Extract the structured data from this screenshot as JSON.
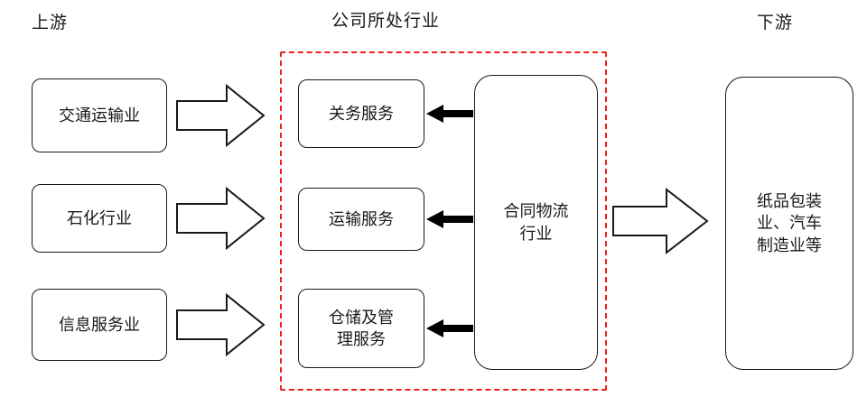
{
  "headers": {
    "upstream": "上游",
    "company_industry": "公司所处行业",
    "downstream": "下游"
  },
  "upstream_boxes": [
    "交通运输业",
    "石化行业",
    "信息服务业"
  ],
  "service_boxes": [
    "关务服务",
    "运输服务",
    "仓储及管\n理服务"
  ],
  "contract_logistics_box": "合同物流\n行业",
  "downstream_box": "纸品包装\n业、汽车\n制造业等",
  "colors": {
    "dashed_border": "#ef1f1f",
    "box_border": "#1a1a1a",
    "arrow_fill": "#000000",
    "background": "#ffffff"
  }
}
